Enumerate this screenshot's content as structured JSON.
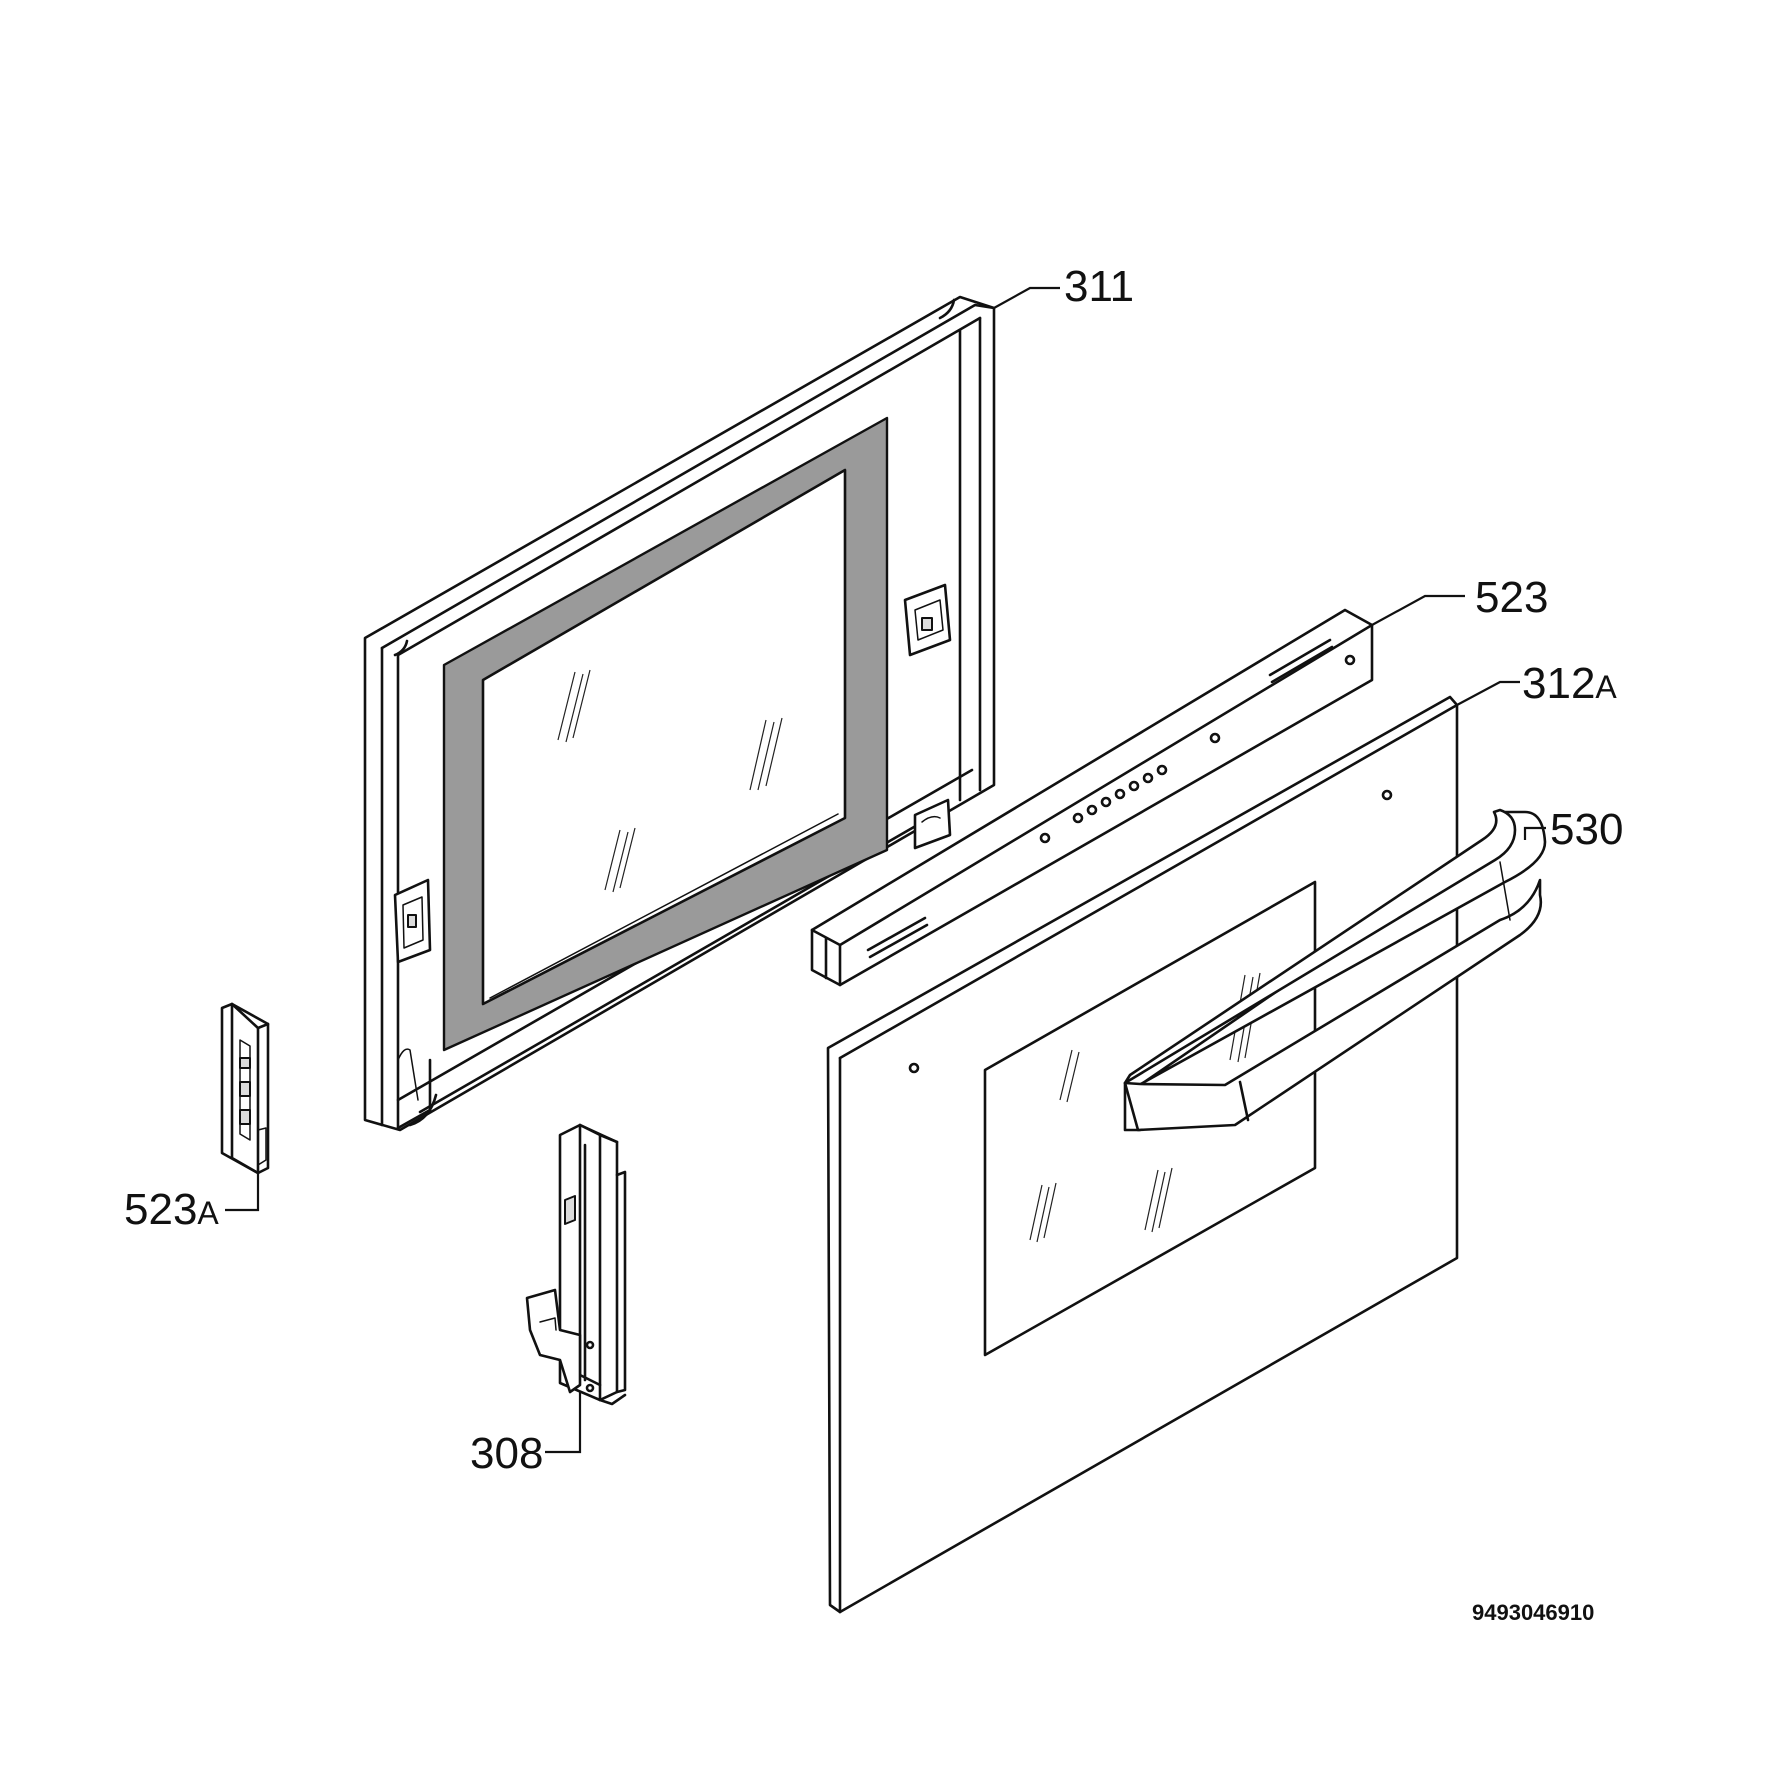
{
  "parts": [
    {
      "id": "inner-door-frame",
      "label": "311",
      "suffix": ""
    },
    {
      "id": "rail",
      "label": "523",
      "suffix": ""
    },
    {
      "id": "outer-glass",
      "label": "312",
      "suffix": "A"
    },
    {
      "id": "handle",
      "label": "530",
      "suffix": ""
    },
    {
      "id": "end-cap",
      "label": "523",
      "suffix": "A"
    },
    {
      "id": "hinge",
      "label": "308",
      "suffix": ""
    }
  ],
  "document_number": "9493046910"
}
